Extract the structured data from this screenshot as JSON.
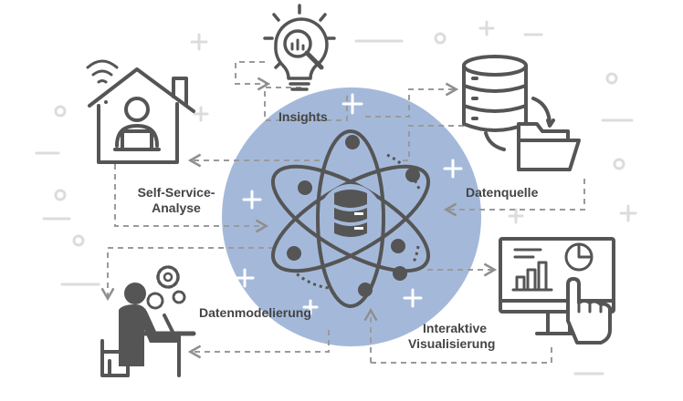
{
  "colors": {
    "circle": "#a4b9da",
    "stroke": "#555555",
    "text": "#444444",
    "dashes": "#9a9a9a",
    "decor": "#dcdcdc",
    "white": "#ffffff"
  },
  "labels": {
    "insights": "Insights",
    "self_service_1": "Self-Service-",
    "self_service_2": "Analyse",
    "datenquelle": "Datenquelle",
    "datenmodellierung": "Datenmodelierung",
    "interaktive_1": "Interaktive",
    "interaktive_2": "Visualisierung"
  },
  "icons": {
    "center": "atom-database-icon",
    "top": "lightbulb-chart-icon",
    "top_left": "house-remote-work-icon",
    "right": "database-folder-icon",
    "bottom_left": "person-at-desk-gears-icon",
    "bottom_right": "monitor-touch-chart-icon"
  }
}
